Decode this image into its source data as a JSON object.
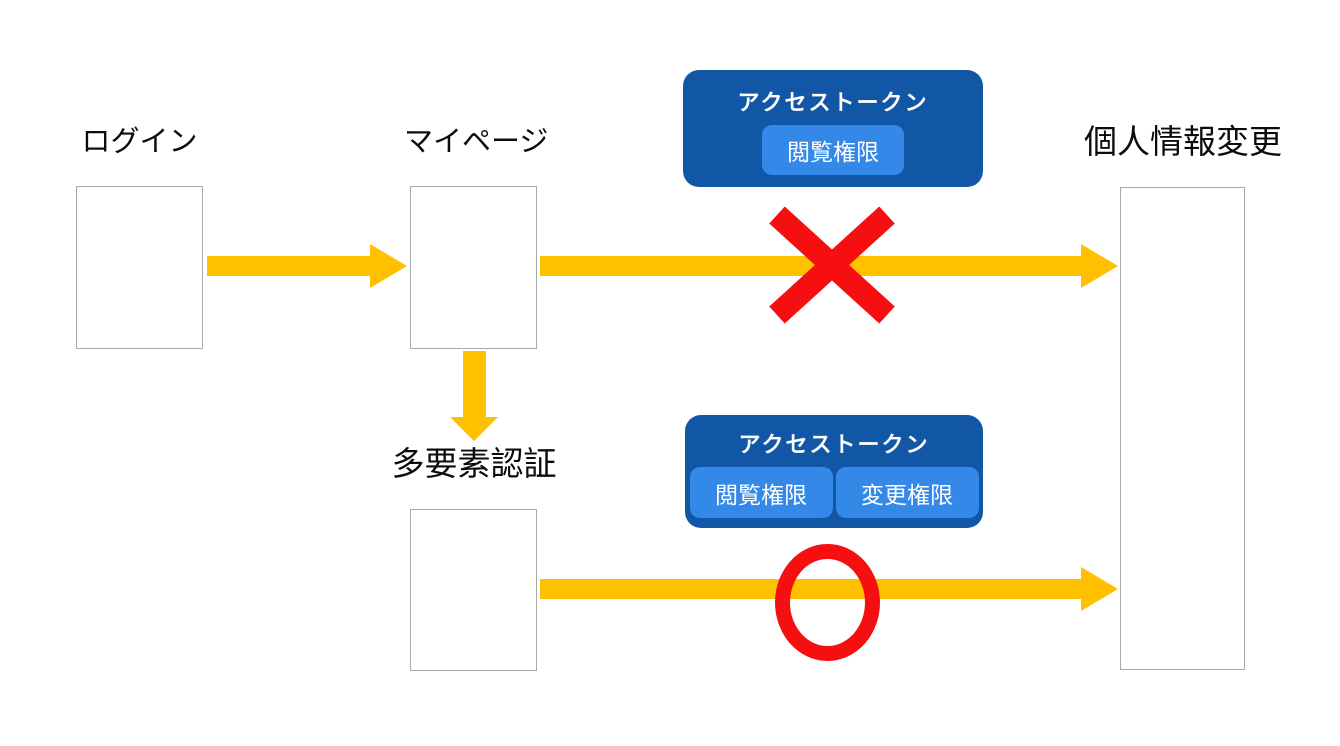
{
  "diagram": {
    "nodes": {
      "login": {
        "label": "ログイン"
      },
      "mypage": {
        "label": "マイページ"
      },
      "mfa": {
        "label": "多要素認証"
      },
      "personal_info": {
        "label": "個人情報変更"
      }
    },
    "tokens": {
      "view_only": {
        "title": "アクセストークン",
        "permissions": [
          "閲覧権限"
        ]
      },
      "view_change": {
        "title": "アクセストークン",
        "permissions": [
          "閲覧権限",
          "変更権限"
        ]
      }
    },
    "marks": {
      "deny": "x-mark",
      "allow": "circle-mark"
    },
    "colors": {
      "arrow": "#FFC000",
      "token_card_bg": "#1257A5",
      "permission_chip": "#3489E8",
      "deny_mark": "#F50F10",
      "allow_mark": "#F50F10",
      "node_border": "#A9A9A9",
      "label_text": "#0C0C0C",
      "token_text": "#FFFFFF"
    }
  }
}
